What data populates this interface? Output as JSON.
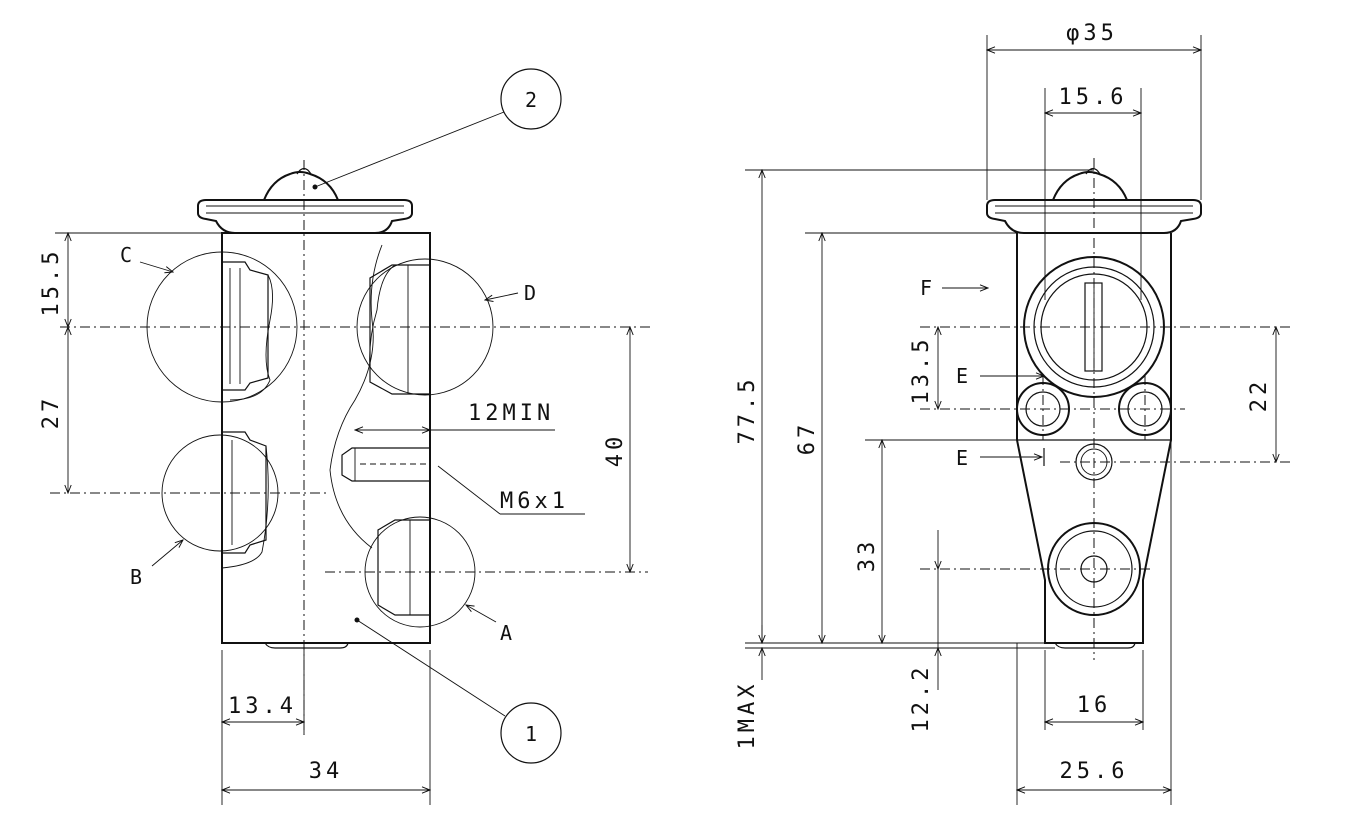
{
  "left_view": {
    "balloon_1": "1",
    "balloon_2": "2",
    "port_A": "A",
    "port_B": "B",
    "port_C": "C",
    "port_D": "D",
    "dim_15_5": "15.5",
    "dim_27": "27",
    "dim_40": "40",
    "dim_12min": "12MIN",
    "thread": "M6x1",
    "dim_13_4": "13.4",
    "dim_34": "34"
  },
  "right_view": {
    "dim_phi35": "φ35",
    "dim_15_6": "15.6",
    "dim_77_5": "77.5",
    "dim_67": "67",
    "dim_13_5": "13.5",
    "dim_22": "22",
    "dim_33": "33",
    "dim_12_2": "12.2",
    "dim_1max": "1MAX",
    "dim_16": "16",
    "dim_25_6": "25.6",
    "label_F": "F",
    "label_E1": "E",
    "label_E2": "E"
  }
}
